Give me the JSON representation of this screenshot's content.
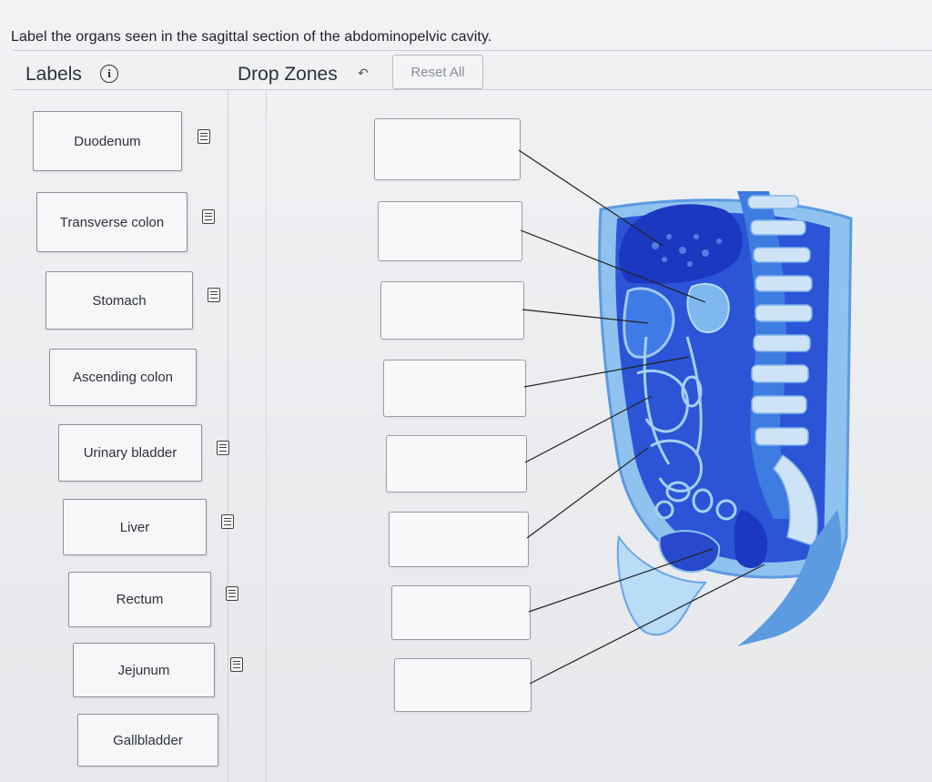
{
  "question": "Label the organs seen in the sagittal section of the abdominopelvic cavity.",
  "labels_panel": {
    "title": "Labels",
    "info_icon": "info-icon"
  },
  "drop_panel": {
    "title": "Drop Zones",
    "undo_icon": "undo-arrow-icon",
    "reset_label": "Reset All"
  },
  "labels": [
    "Duodenum",
    "Transverse colon",
    "Stomach",
    "Ascending colon",
    "Urinary bladder",
    "Liver",
    "Rectum",
    "Jejunum",
    "Gallbladder"
  ],
  "colors": {
    "organ_dark": "#1f3fbf",
    "organ_mid": "#3a7ae0",
    "organ_light": "#9ec9f2",
    "bone": "#cfe3f7"
  }
}
